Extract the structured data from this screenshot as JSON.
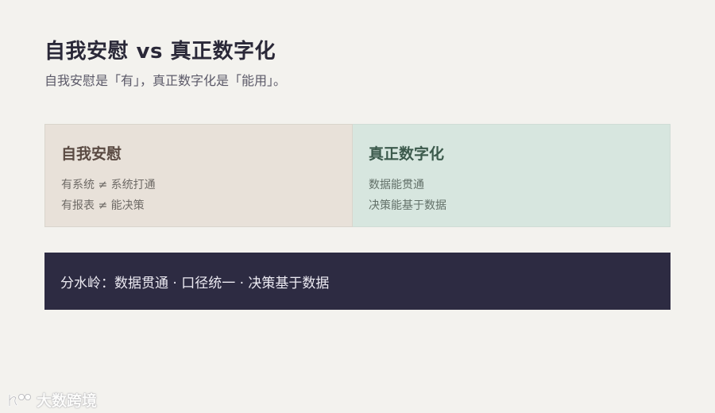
{
  "header": {
    "title": "自我安慰 vs 真正数字化",
    "subtitle": "自我安慰是「有」，真正数字化是「能用」。"
  },
  "compare": {
    "left": {
      "title": "自我安慰",
      "lines": [
        "有系统 ≠ 系统打通",
        "有报表 ≠ 能决策"
      ]
    },
    "right": {
      "title": "真正数字化",
      "lines": [
        "数据能贯通",
        "决策能基于数据"
      ]
    }
  },
  "banner": {
    "text": "分水岭：数据贯通 · 口径统一 · 决策基于数据"
  },
  "watermark": {
    "text": "大数跨境",
    "icon": "brand-logo-icon"
  },
  "colors": {
    "background": "#f3f2ee",
    "title": "#2a2838",
    "left_card": "#e8e1d9",
    "right_card": "#d7e6df",
    "banner": "#2d2b42"
  }
}
